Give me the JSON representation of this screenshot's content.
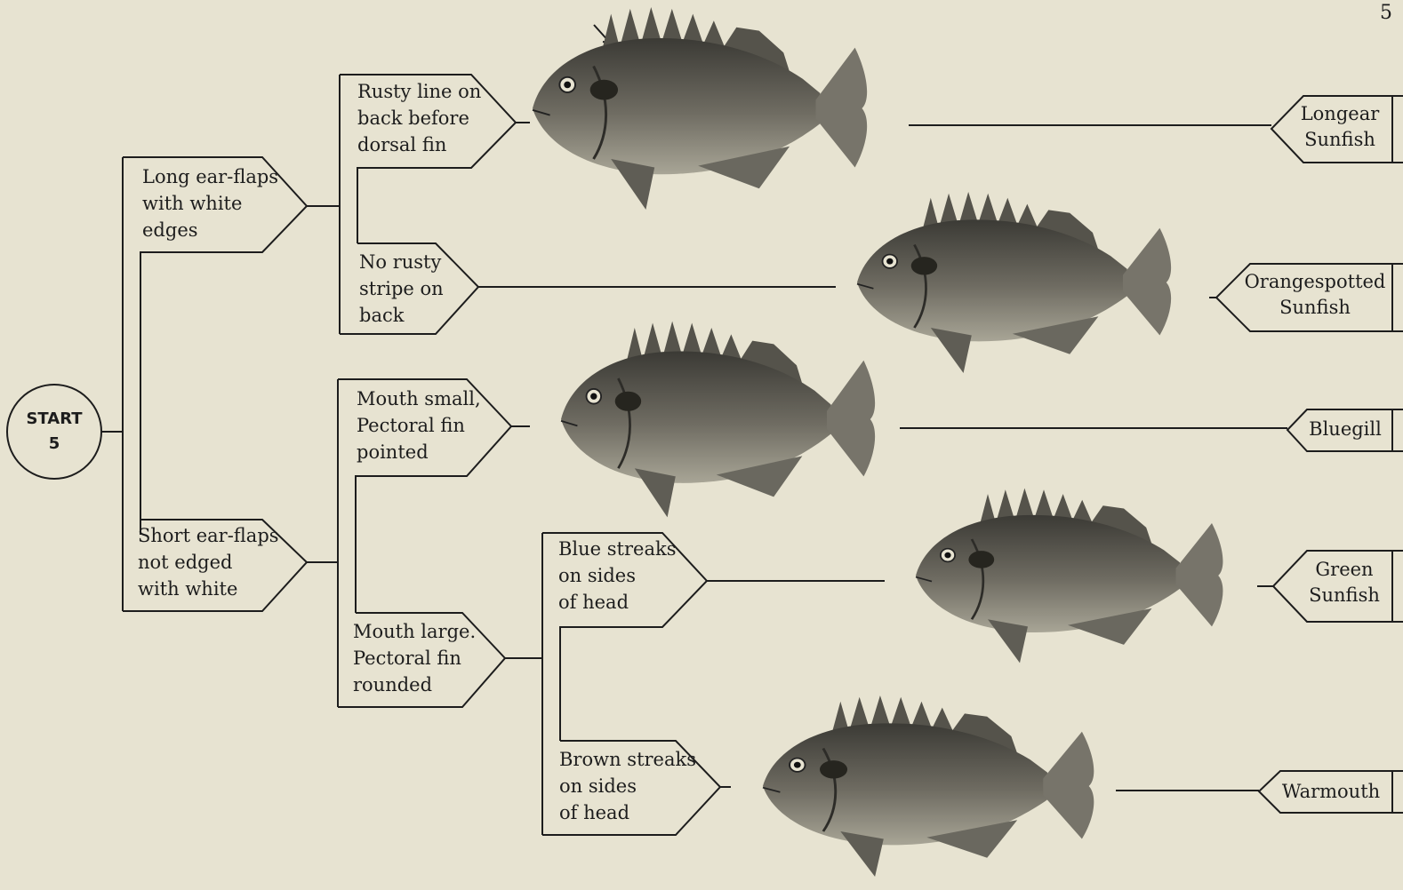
{
  "page_number": "5",
  "start": {
    "label": "START",
    "number": "5"
  },
  "arrow_icon": "small-arrow-icon",
  "nodes": {
    "long_ear_flaps": [
      "Long ear-flaps",
      "with white",
      "edges"
    ],
    "short_ear_flaps": [
      "Short ear-flaps",
      "not edged",
      "with white"
    ],
    "rusty_line": [
      "Rusty line on",
      "back before",
      "dorsal fin"
    ],
    "no_rusty_stripe": [
      "No rusty",
      "stripe on",
      "back"
    ],
    "mouth_small": [
      "Mouth small,",
      "Pectoral fin",
      "pointed"
    ],
    "mouth_large": [
      "Mouth large.",
      "Pectoral fin",
      "rounded"
    ],
    "blue_streaks": [
      "Blue streaks",
      "on sides",
      "of head"
    ],
    "brown_streaks": [
      "Brown streaks",
      "on sides",
      "of head"
    ]
  },
  "results": {
    "longear": [
      "Longear",
      "Sunfish"
    ],
    "orangespotted": [
      "Orangespotted",
      "Sunfish"
    ],
    "bluegill": [
      "Bluegill"
    ],
    "green": [
      "Green",
      "Sunfish"
    ],
    "warmouth": [
      "Warmouth"
    ]
  },
  "colors": {
    "background": "#e7e3d1",
    "ink": "#1d1d1d",
    "fish_body": "#6f6c62",
    "fish_dark": "#3b3a35"
  }
}
